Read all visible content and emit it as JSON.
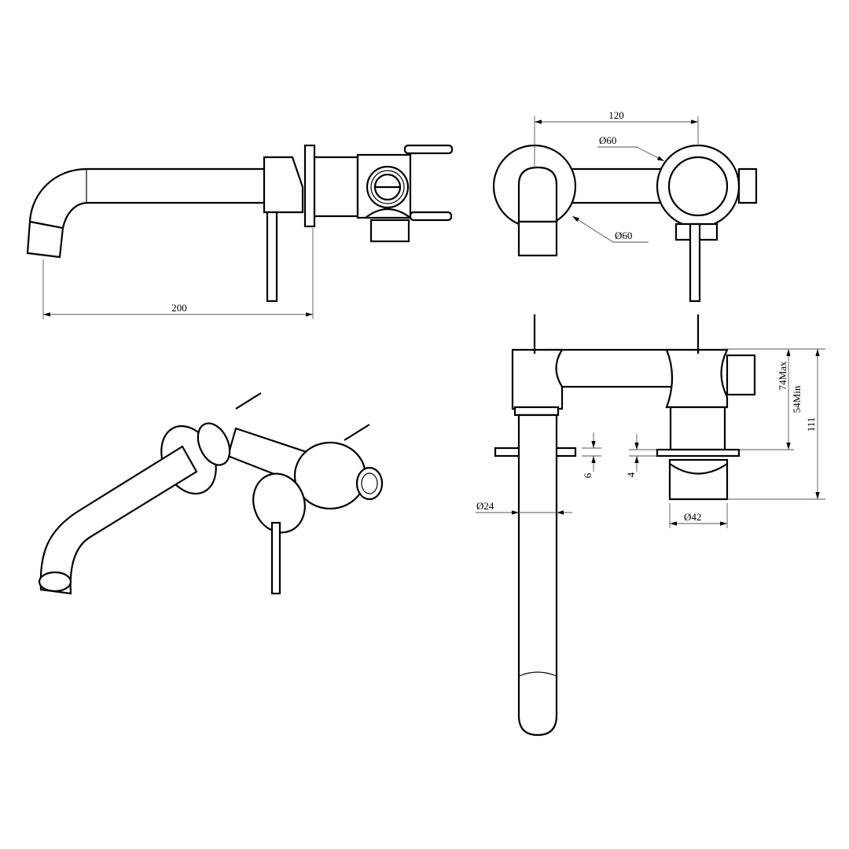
{
  "dimensions": {
    "side_length": "200",
    "center_distance": "120",
    "diameter_handle_plate": "Ø60",
    "diameter_spout_plate": "Ø60",
    "max_depth": "74Max",
    "min_depth": "54Min",
    "total_depth": "111",
    "spout_plate_thickness": "6",
    "handle_plate_thickness": "4",
    "spout_diameter": "Ø24",
    "handle_diameter": "Ø42"
  }
}
